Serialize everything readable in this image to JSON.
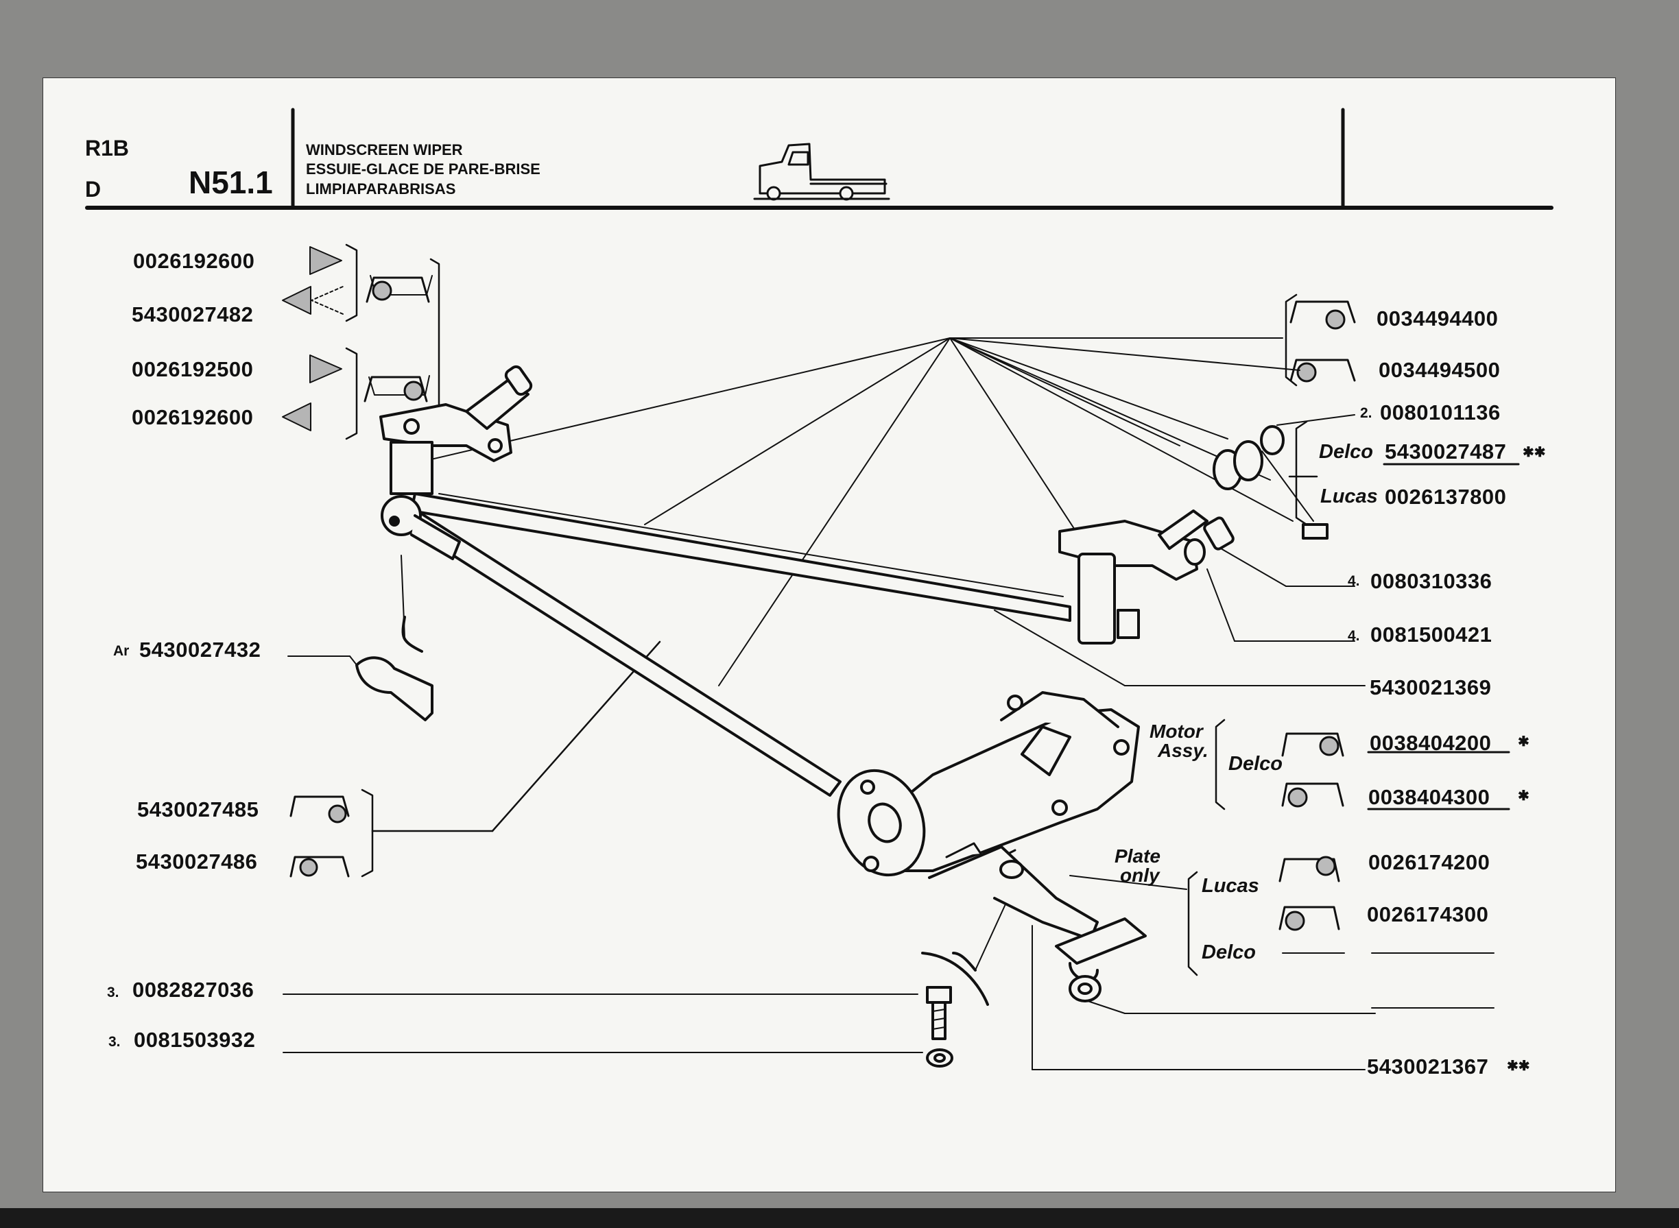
{
  "header": {
    "model": "R1B",
    "drive": "D",
    "page_code": "N51.1",
    "title_en": "WINDSCREEN WIPER",
    "title_fr": "ESSUIE-GLACE DE PARE-BRISE",
    "title_es": "LIMPIAPARABRISAS"
  },
  "parts": {
    "p_0026192600_a": "0026192600",
    "p_5430027482": "5430027482",
    "p_0026192500": "0026192500",
    "p_0026192600_b": "0026192600",
    "p_0034494400": "0034494400",
    "p_0034494500": "0034494500",
    "p_0080101136": "0080101136",
    "p_5430027487": "5430027487",
    "p_0026137800": "0026137800",
    "p_0080310336": "0080310336",
    "p_0081500421": "0081500421",
    "p_5430027432": "5430027432",
    "p_5430021369": "5430021369",
    "p_0038404200": "0038404200",
    "p_0038404300": "0038404300",
    "p_5430027485": "5430027485",
    "p_5430027486": "5430027486",
    "p_0026174200": "0026174200",
    "p_0026174300": "0026174300",
    "p_0082827036": "0082827036",
    "p_0081503932": "0081503932",
    "p_5430021367": "5430021367"
  },
  "qty": {
    "q2": "2.",
    "q4a": "4.",
    "q4b": "4.",
    "q3a": "3.",
    "q3b": "3."
  },
  "prefixes": {
    "ar": "Ar"
  },
  "brands": {
    "delco_1": "Delco",
    "lucas_1": "Lucas",
    "delco_2": "Delco",
    "lucas_2": "Lucas",
    "delco_3": "Delco"
  },
  "groups": {
    "motor_line1": "Motor",
    "motor_line2": "Assy.",
    "plate_line1": "Plate",
    "plate_line2": "only"
  },
  "marks": {
    "dstar_1": "✱✱",
    "star_1": "✱",
    "star_2": "✱",
    "dstar_2": "✱✱"
  }
}
